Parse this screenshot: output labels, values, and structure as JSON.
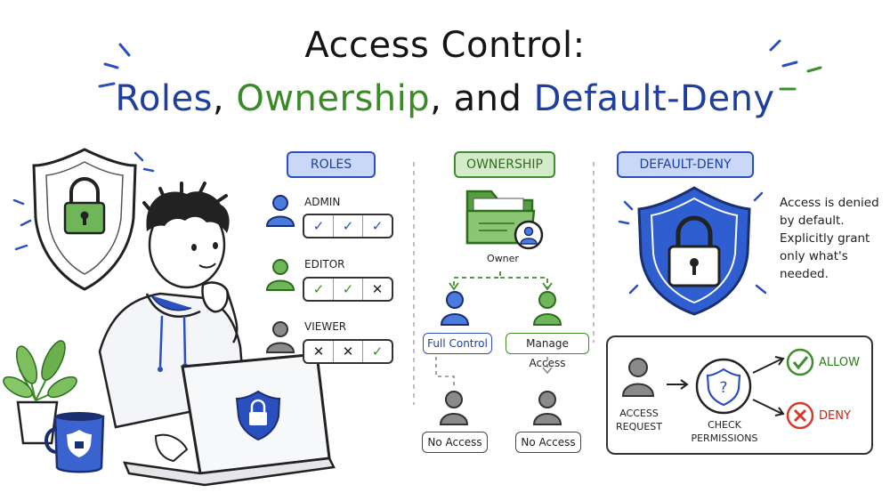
{
  "title": {
    "line1": "Access Control:",
    "roles": "Roles",
    "comma1": ", ",
    "ownership": "Ownership",
    "comma2": ", and ",
    "default_deny": "Default-Deny"
  },
  "colors": {
    "blue": "#2a4fbf",
    "green": "#3f8d2c",
    "red": "#d23a2a",
    "gray": "#8a8a8a"
  },
  "roles": {
    "header": "ROLES",
    "items": [
      {
        "label": "ADMIN",
        "icon": "user-blue-icon",
        "perms": [
          "✓",
          "✓",
          "✓"
        ]
      },
      {
        "label": "EDITOR",
        "icon": "user-green-icon",
        "perms": [
          "✓",
          "✓",
          "✕"
        ]
      },
      {
        "label": "VIEWER",
        "icon": "user-gray-icon",
        "perms": [
          "✕",
          "✕",
          "✓"
        ]
      }
    ]
  },
  "ownership": {
    "header": "OWNERSHIP",
    "owner_label": "Owner",
    "full_control": "Full Control",
    "manage_access": "Manage Access",
    "no_access_1": "No Access",
    "no_access_2": "No Access"
  },
  "default_deny": {
    "header": "DEFAULT-DENY",
    "description": "Access is denied by default. Explicitly grant only what's needed.",
    "access_request_line1": "ACCESS",
    "access_request_line2": "REQUEST",
    "check_line1": "CHECK",
    "check_line2": "PERMISSIONS",
    "allow": "ALLOW",
    "deny": "DENY"
  }
}
